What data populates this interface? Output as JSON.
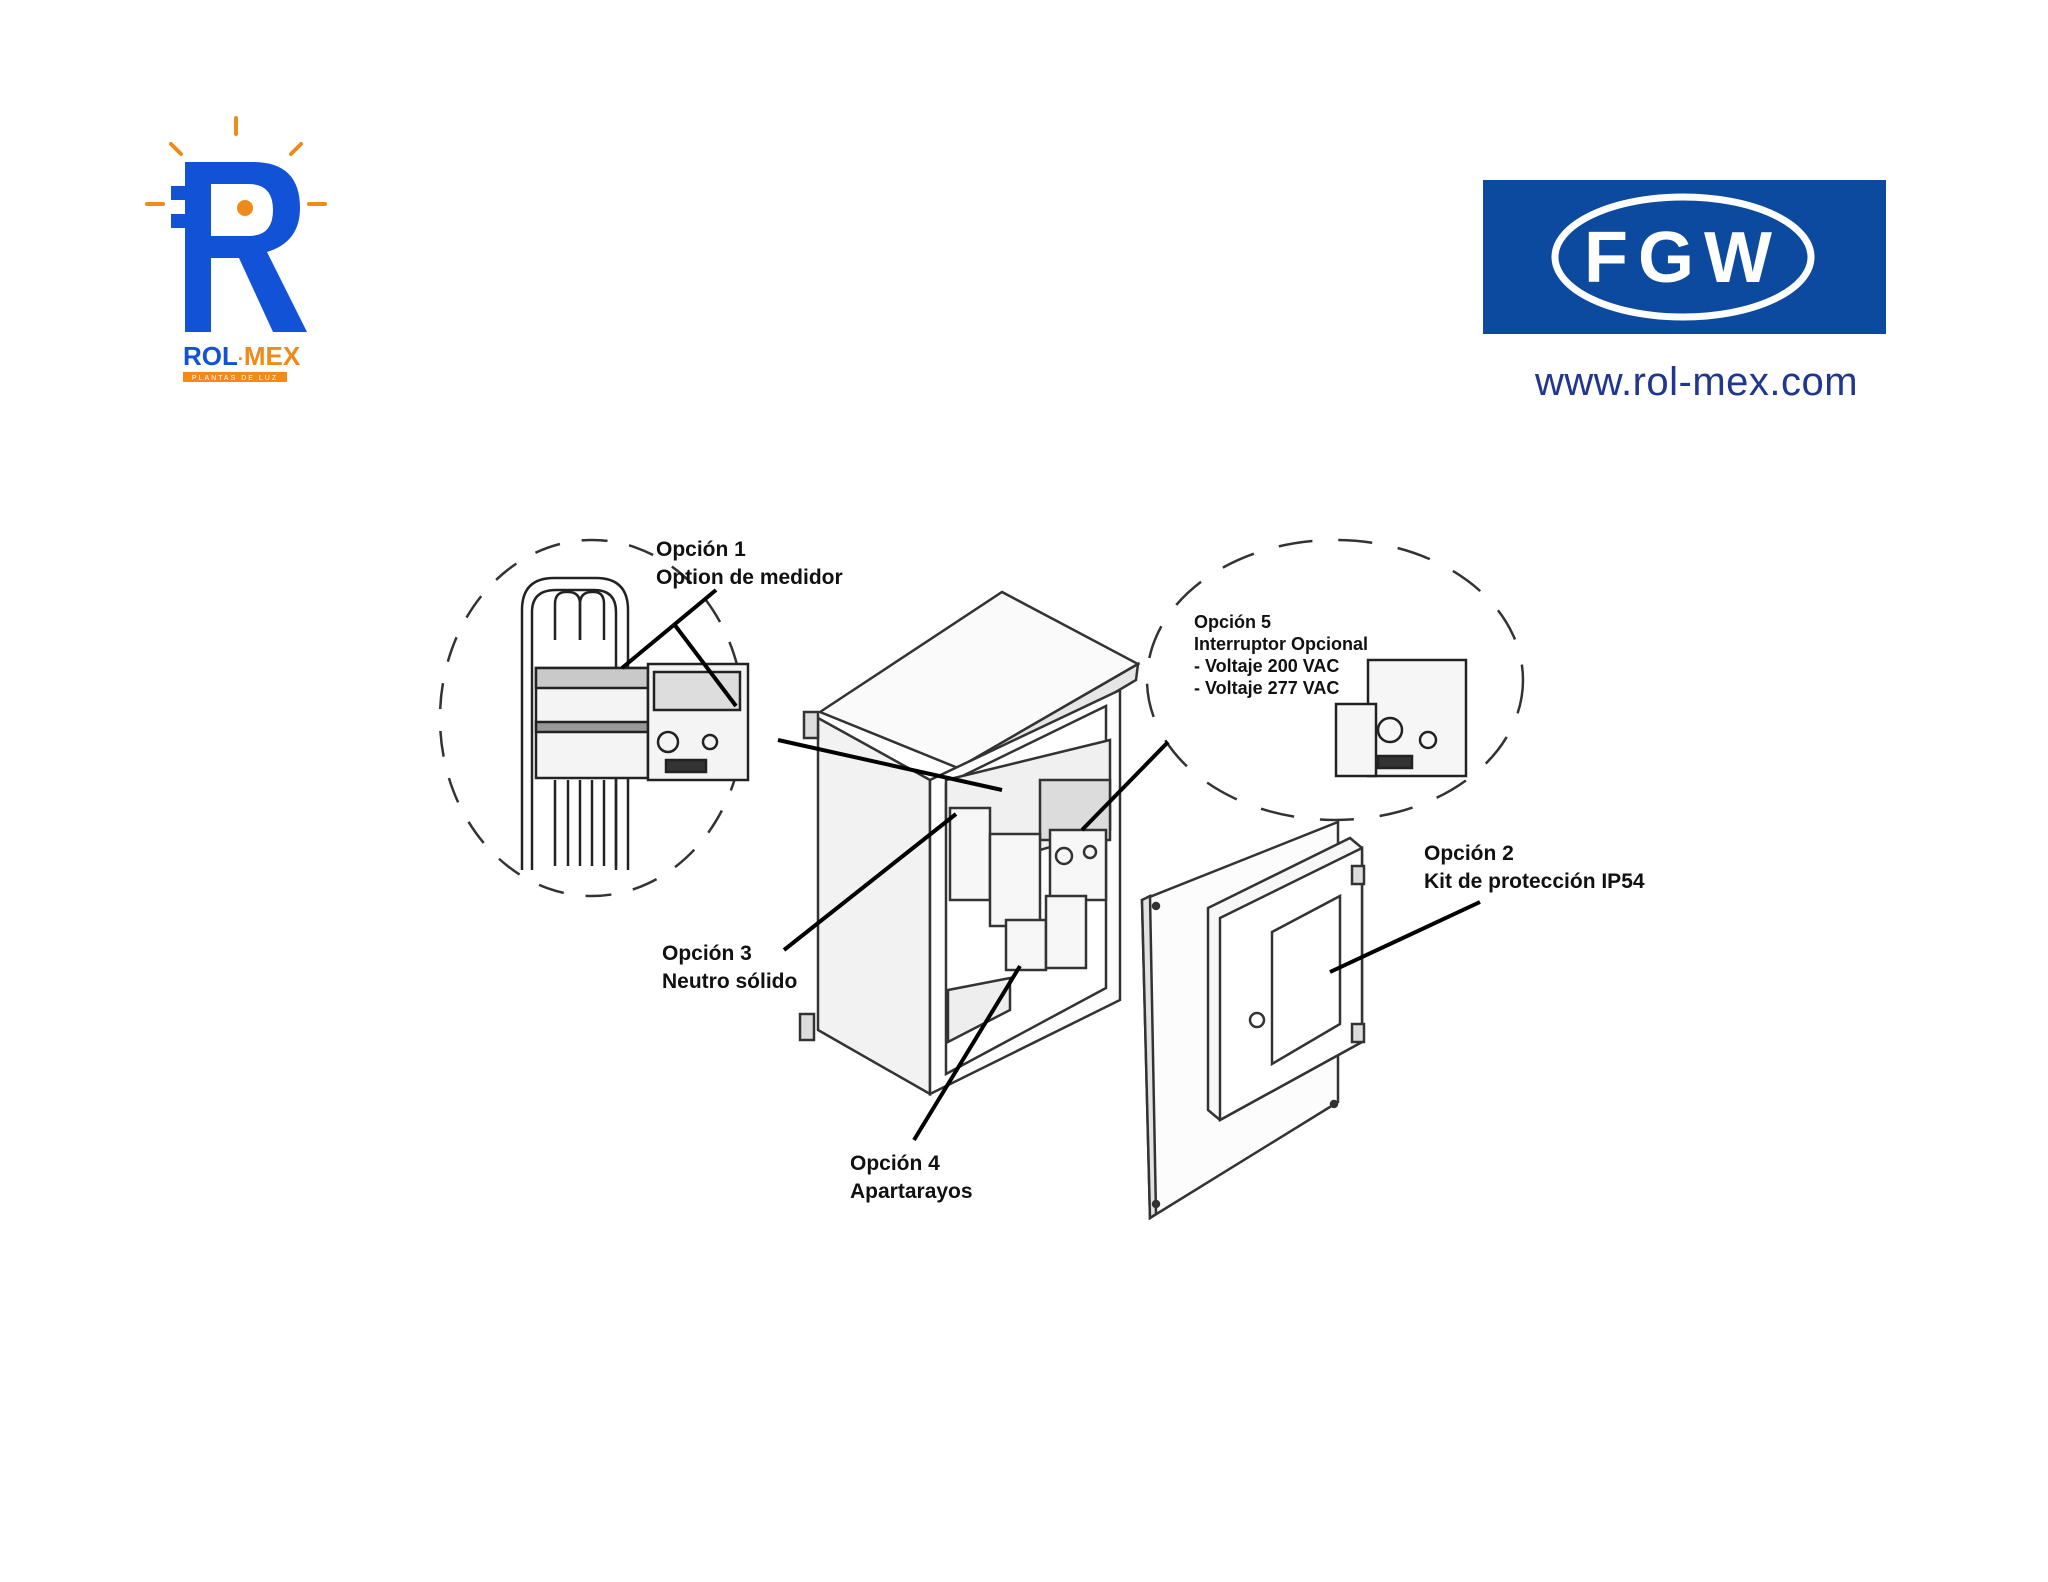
{
  "logos": {
    "rolmex_text_a": "ROL",
    "rolmex_text_b": "MEX",
    "rolmex_tagline": "PLANTAS DE LUZ",
    "fgw_text": "FGW"
  },
  "website": "www.rol-mex.com",
  "labels": {
    "opcion1_title": "Opción 1",
    "opcion1_desc": "Option de medidor",
    "opcion2_title": "Opción 2",
    "opcion2_desc": "Kit de protección IP54",
    "opcion3_title": "Opción 3",
    "opcion3_desc": "Neutro sólido",
    "opcion4_title": "Opción 4",
    "opcion4_desc": "Apartarayos",
    "opcion5_title": "Opción  5",
    "opcion5_line1": "Interruptor Opcional",
    "opcion5_line2": "- Voltaje 200 VAC",
    "opcion5_line3": "- Voltaje 277 VAC"
  },
  "colors": {
    "rolmex_blue": "#1252d6",
    "rolmex_orange": "#f08a1a",
    "fgw_blue": "#0b4a9e",
    "website_blue": "#20368f"
  }
}
